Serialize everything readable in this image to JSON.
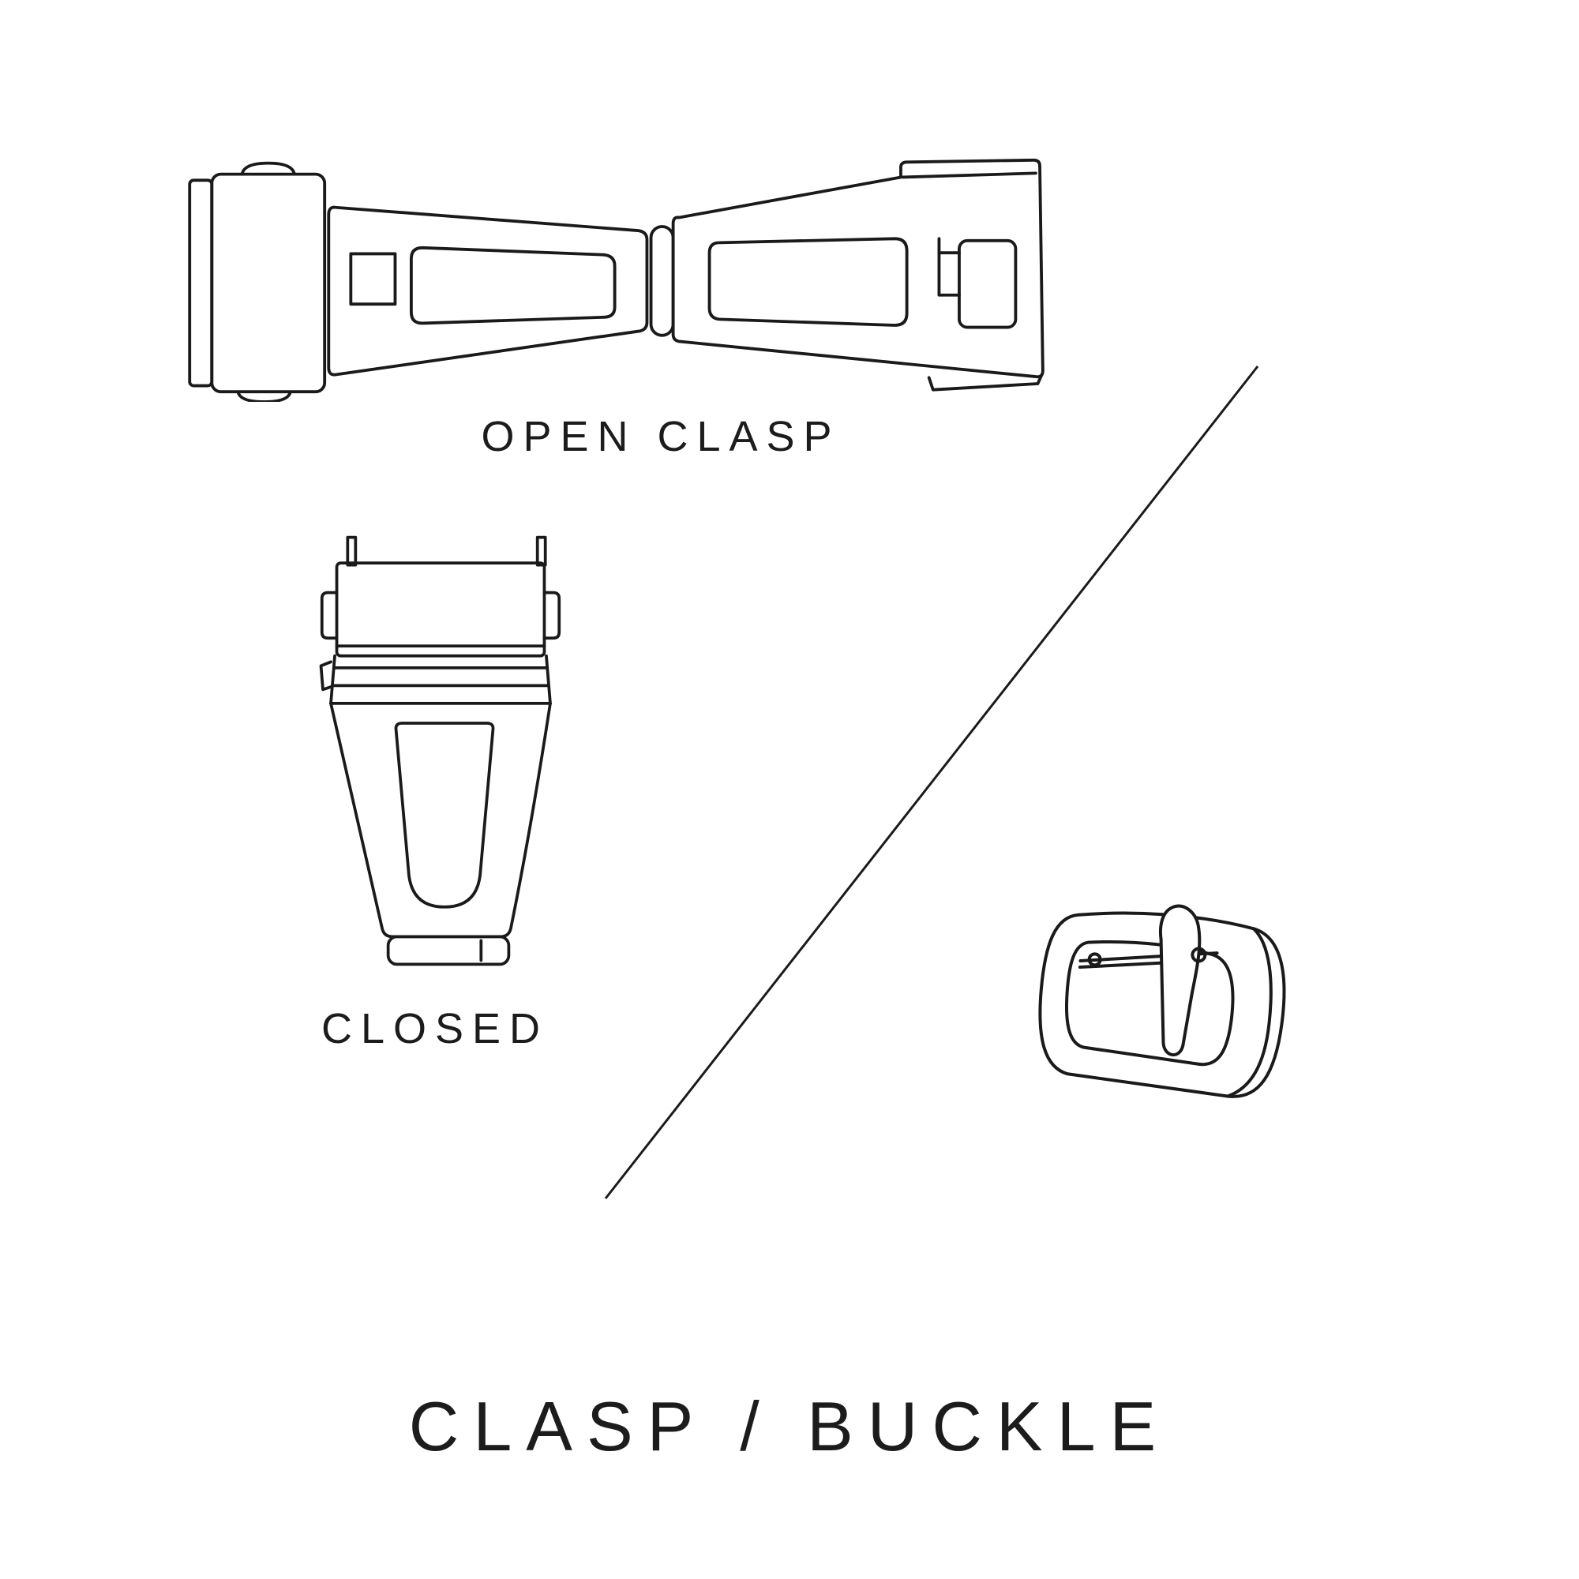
{
  "title": "CLASP / BUCKLE",
  "labels": {
    "open_clasp": "OPEN CLASP",
    "closed": "CLOSED"
  },
  "colors": {
    "background": "#ffffff",
    "line": "#1a1a1a",
    "text": "#1c1c1c"
  },
  "illustrations": [
    {
      "name": "open-clasp-illustration",
      "caption": "OPEN CLASP"
    },
    {
      "name": "closed-clasp-illustration",
      "caption": "CLOSED"
    },
    {
      "name": "buckle-illustration",
      "caption": ""
    },
    {
      "name": "divider-line",
      "caption": ""
    }
  ]
}
